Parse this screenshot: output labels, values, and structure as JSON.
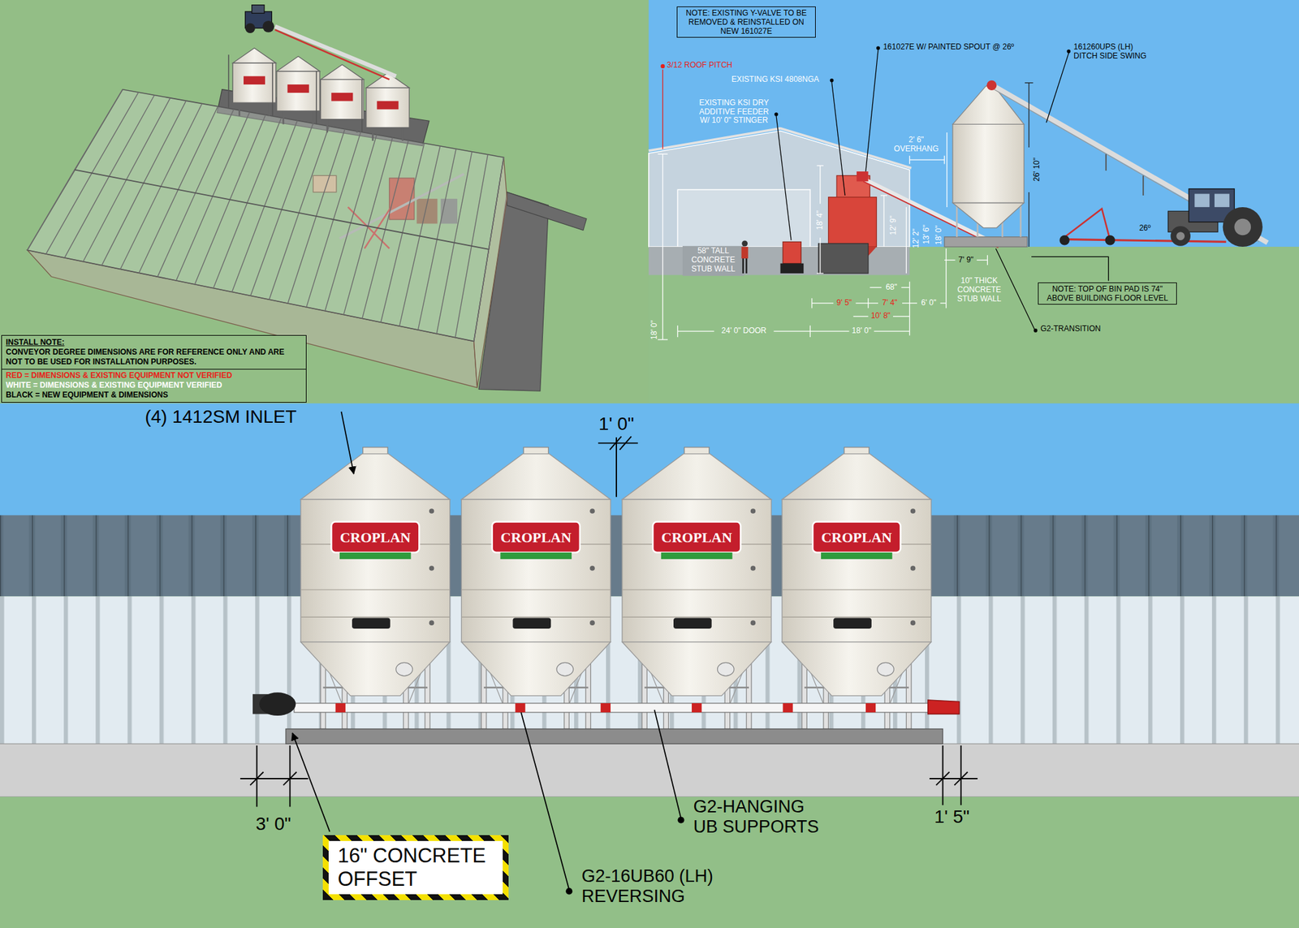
{
  "diagram": {
    "nodes": [
      {
        "text": [
          "INSTALL NOTE:",
          "CONVEYOR DEGREE DIMENSIONS ARE FOR REFERENCE ONLY AND ARE NOT TO BE USED FOR INSTALLATION PURPOSES.",
          "RED = DIMENSIONS & EXISTING EQUIPMENT NOT VERIFIED",
          "WHITE = DIMENSIONS & EXISTING EQUIPMENT VERIFIED",
          "BLACK = NEW EQUIPMENT & DIMENSIONS"
        ]
      },
      {
        "text": [
          "NOTE: EXISTING Y-VALVE TO BE REMOVED & REINSTALLED ON NEW 161027E"
        ]
      },
      {
        "text": [
          "NOTE: TOP OF BIN PAD IS 74\" ABOVE BUILDING FLOOR LEVEL"
        ]
      },
      {
        "text": [
          "16\" CONCRETE OFFSET"
        ]
      }
    ],
    "labels": [
      "3/12 ROOF PITCH",
      "EXISTING KSI 4808NGA",
      "161027E W/ PAINTED SPOUT @ 26º",
      "161260UPS (LH) DITCH SIDE SWING",
      "EXISTING KSI DRY ADDITIVE FEEDER W/ 10' 0\" STINGER",
      "2' 6\" OVERHANG",
      "26' 10\"",
      "18' 4\"",
      "12' 9\"",
      "12' 2\"",
      "13' 6\"",
      "18' 0\"",
      "26º",
      "58\" TALL CONCRETE STUB WALL",
      "7' 9\"",
      "68\"",
      "10\" THICK CONCRETE STUB WALL",
      "9' 5\"",
      "7' 4\"",
      "6' 0\"",
      "10' 8\"",
      "18' 0\"",
      "24' 0\" DOOR",
      "18' 0\"",
      "G2-TRANSITION",
      "(4) 1412SM INLET",
      "1' 0\"",
      "CROPLAN",
      "CROPLAN",
      "CROPLAN",
      "CROPLAN",
      "3' 0\"",
      "1' 5\"",
      "G2-HANGING UB SUPPORTS",
      "G2-16UB60 (LH) REVERSING"
    ]
  }
}
